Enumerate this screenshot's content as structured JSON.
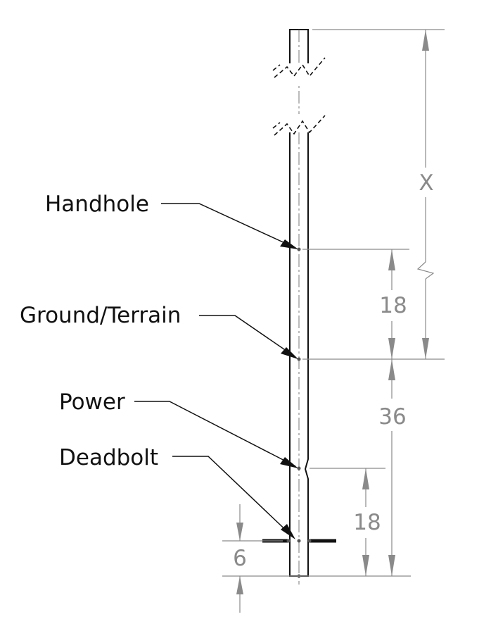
{
  "labels": {
    "handhole": "Handhole",
    "ground": "Ground/Terrain",
    "power": "Power",
    "deadbolt": "Deadbolt"
  },
  "dimensions": {
    "x": "X",
    "handhole_to_ground": "18",
    "ground_to_base": "36",
    "power_to_base": "18",
    "deadbolt_to_base": "6"
  },
  "colors": {
    "line": "#111111",
    "dimension": "#8a8a8a"
  }
}
